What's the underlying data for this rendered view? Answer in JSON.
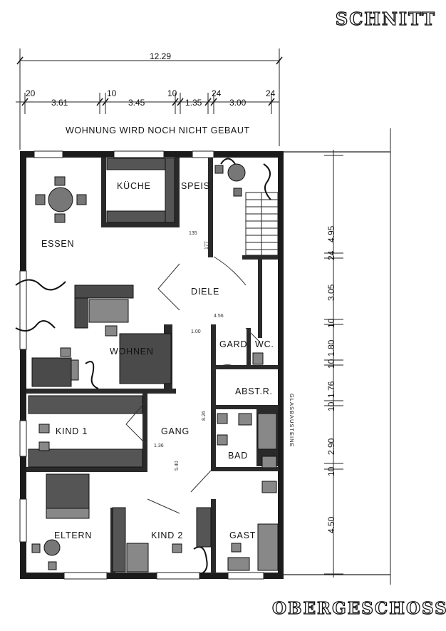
{
  "headings": {
    "section": "SCHNITT",
    "floor": "OBERGESCHOSS"
  },
  "note": "WOHNUNG WIRD NOCH NICHT GEBAUT",
  "dimensions": {
    "overall_width": "12.29",
    "width_segments": [
      "20",
      "3.61",
      "10",
      "3.45",
      "10",
      "1.35",
      "24",
      "3.00",
      "24"
    ],
    "height_segments": [
      "4.95",
      "24",
      "3.05",
      "10",
      "1.80",
      "10",
      "1.76",
      "10",
      "2.90",
      "10",
      "4.50"
    ]
  },
  "rooms": {
    "kueche": "KÜCHE",
    "speis": "SPEIS",
    "essen": "ESSEN",
    "diele": "DIELE",
    "wohnen": "WOHNEN",
    "gard": "GARD.",
    "wc": "WC.",
    "abstr": "ABST.R.",
    "kind1": "KIND 1",
    "gang": "GANG",
    "bad": "BAD",
    "eltern": "ELTERN",
    "kind2": "KIND 2",
    "gast": "GAST"
  },
  "glasbausteine": "GLASBAUSTEINE",
  "small_marks": {
    "m1": "135",
    "m2": "177",
    "m3": "4.56",
    "m4": "1.00",
    "m5": "8.26",
    "m6": "1.36",
    "m7": "5.40"
  }
}
